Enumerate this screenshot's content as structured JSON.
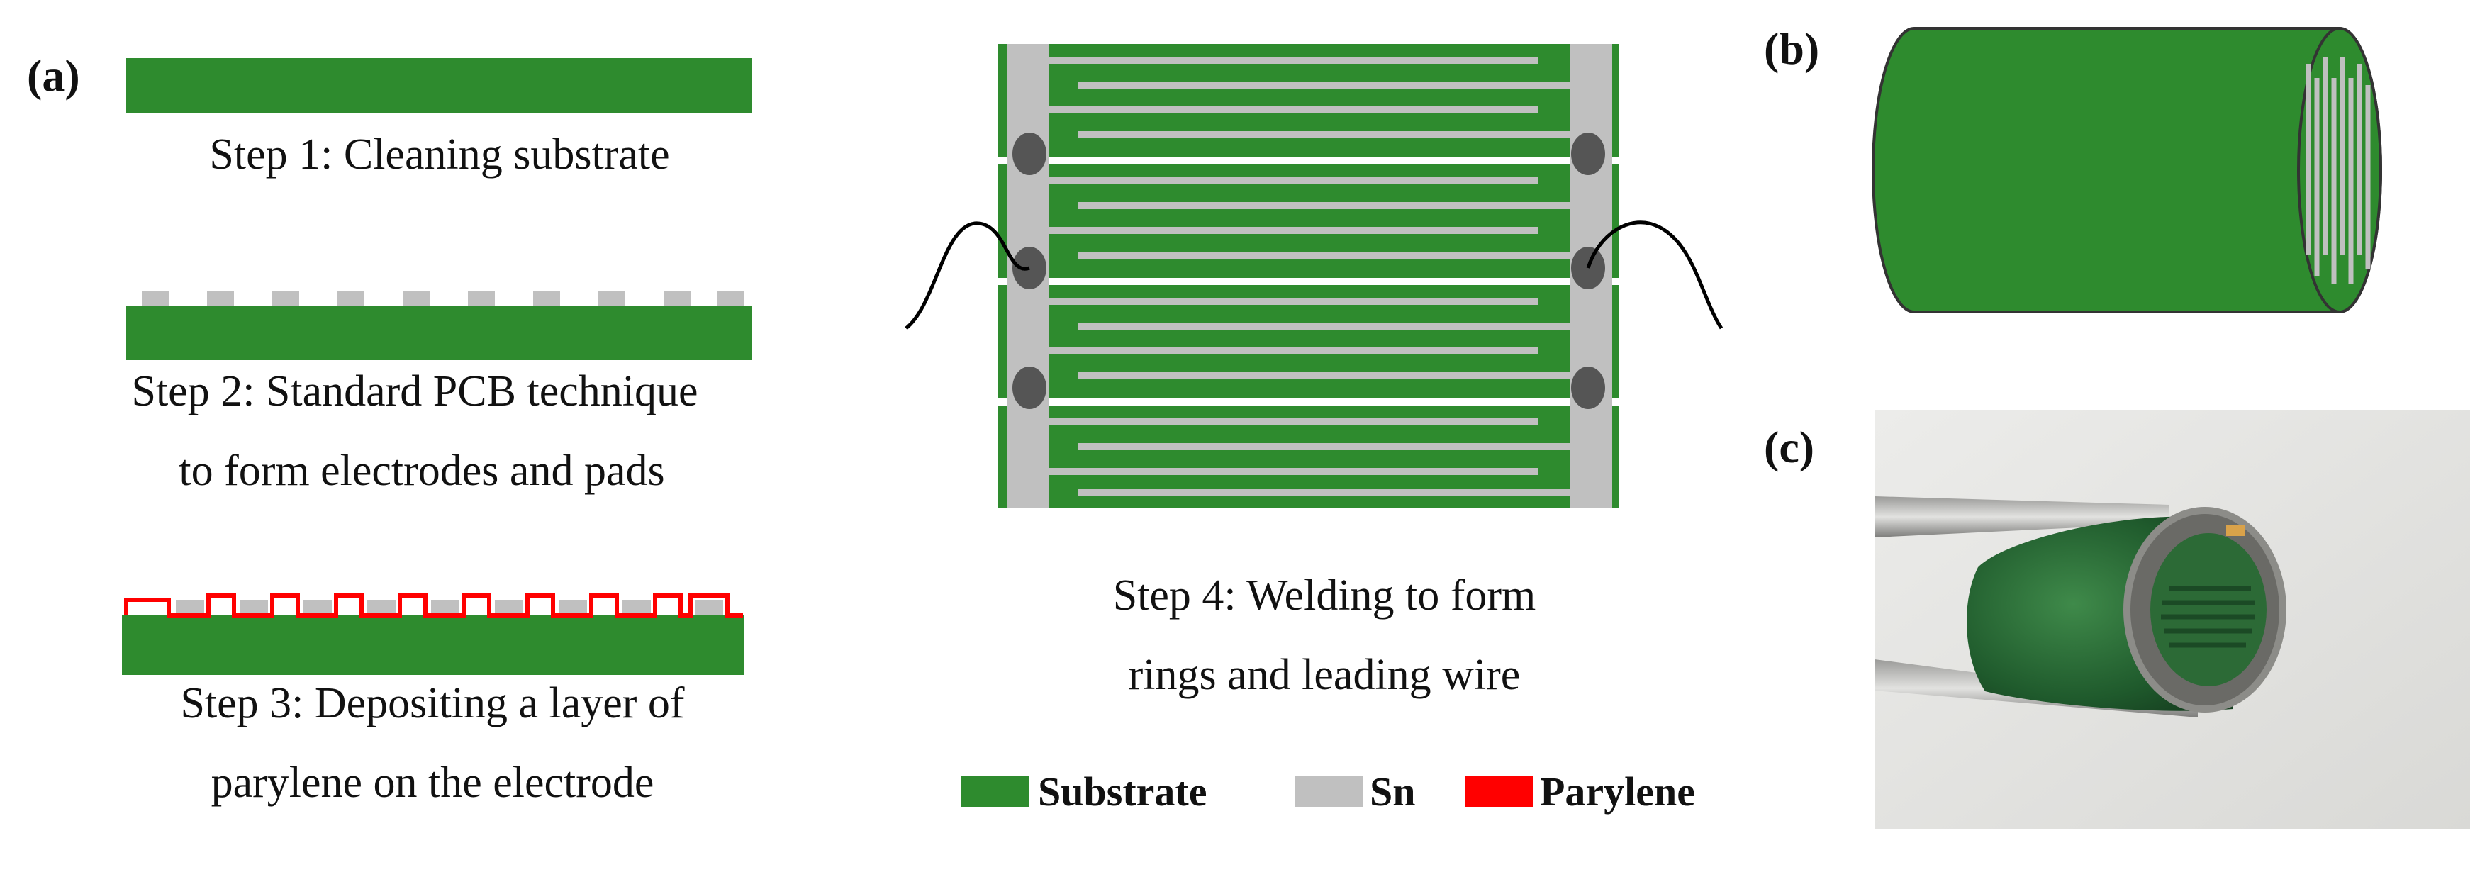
{
  "panels": {
    "a": {
      "label": "(a)"
    },
    "b": {
      "label": "(b)"
    },
    "c": {
      "label": "(c)"
    }
  },
  "steps": {
    "step1": {
      "line1": "Step 1: Cleaning substrate"
    },
    "step2": {
      "line1": "Step 2: Standard PCB technique",
      "line2": "to form electrodes and pads"
    },
    "step3": {
      "line1": "Step 3: Depositing a layer of",
      "line2": "parylene on the electrode"
    },
    "step4": {
      "line1": "Step 4: Welding to form",
      "line2": "rings and leading wire"
    }
  },
  "legend": [
    {
      "label": "Substrate",
      "color": "#2e8b2e"
    },
    {
      "label": "Sn",
      "color": "#c0c0c0"
    },
    {
      "label": "Parylene",
      "color": "#ff0000"
    }
  ],
  "colors": {
    "substrate": "#2e8b2e",
    "sn": "#c0c0c0",
    "parylene": "#ff0000",
    "solder_joint": "#555555",
    "wire": "#000000"
  }
}
